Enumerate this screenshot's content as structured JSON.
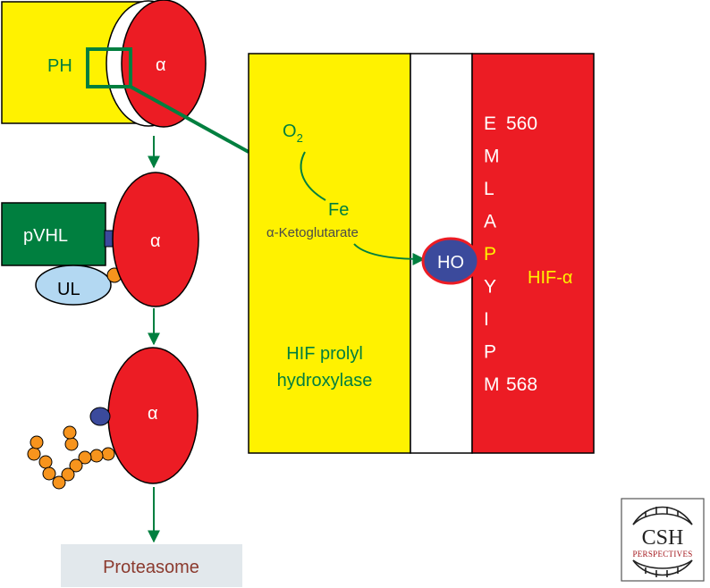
{
  "colors": {
    "yellow": "#fff200",
    "red": "#ec1c24",
    "green": "#007f3f",
    "dark_blue": "#3b4a9c",
    "light_blue": "#b3d8f2",
    "orange": "#f7941d",
    "gray_box": "#e2e8ec",
    "proteasome_text": "#8b3a2e",
    "sequence_highlight": "#fff200",
    "logo_red": "#a3151b"
  },
  "labels": {
    "ph": "PH",
    "alpha": "α",
    "pvhl": "pVHL",
    "ul": "UL",
    "proteasome": "Proteasome",
    "o2_base": "O",
    "o2_sub": "2",
    "fe": "Fe",
    "ketoglutarate": "α-Ketoglutarate",
    "ho": "HO",
    "hif_prolyl_line1": "HIF prolyl",
    "hif_prolyl_line2": "hydroxylase",
    "hif_alpha": "HIF-α"
  },
  "sequence": [
    {
      "residue": "E",
      "number": "560",
      "highlight": false
    },
    {
      "residue": "M",
      "number": "",
      "highlight": false
    },
    {
      "residue": "L",
      "number": "",
      "highlight": false
    },
    {
      "residue": "A",
      "number": "",
      "highlight": false
    },
    {
      "residue": "P",
      "number": "",
      "highlight": true
    },
    {
      "residue": "Y",
      "number": "",
      "highlight": false
    },
    {
      "residue": "I",
      "number": "",
      "highlight": false
    },
    {
      "residue": "P",
      "number": "",
      "highlight": false
    },
    {
      "residue": "M",
      "number": "568",
      "highlight": false
    }
  ],
  "logo": {
    "main": "CSH",
    "sub": "PERSPECTIVES"
  },
  "icons": {
    "ubiquitin_chain": "orange-bead-chain",
    "hydroxyl_group": "blue-oval",
    "flow_arrows": "green-down-arrow"
  }
}
